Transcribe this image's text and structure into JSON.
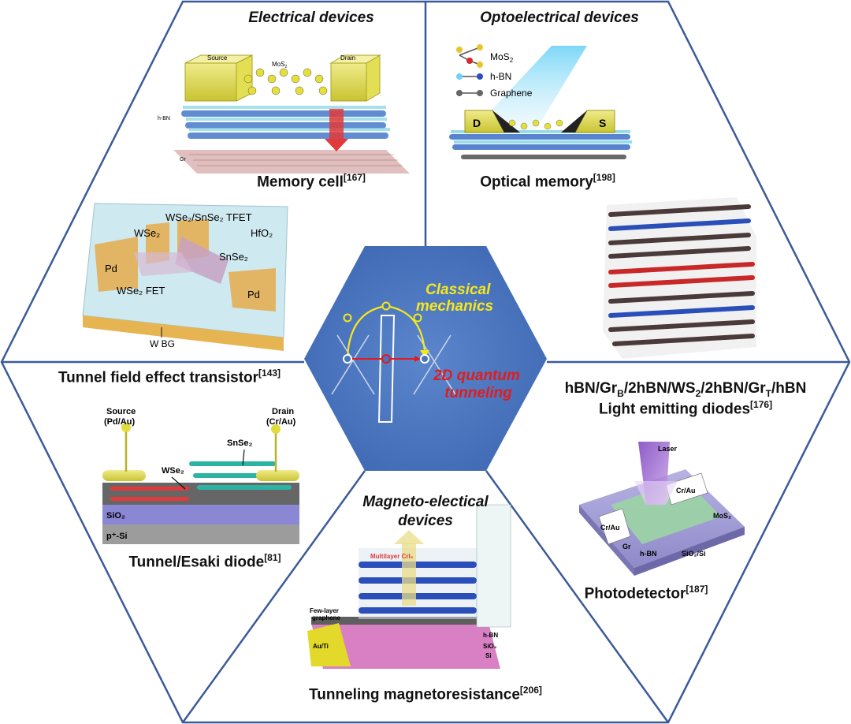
{
  "sections": {
    "electrical": "Electrical devices",
    "optoelectrical": "Optoelectrical devices",
    "magneto_line1": "Magneto-electical",
    "magneto_line2": "devices"
  },
  "center": {
    "classical_line1": "Classical",
    "classical_line2": "mechanics",
    "quantum_line1": "2D quantum",
    "quantum_line2": "tunneling"
  },
  "captions": {
    "memory_cell": "Memory cell",
    "memory_cell_ref": "[167]",
    "tfet": "Tunnel field effect transistor",
    "tfet_ref": "[143]",
    "esaki": "Tunnel/Esaki diode",
    "esaki_ref": "[81]",
    "tmr": "Tunneling magnetoresistance",
    "tmr_ref": "[206]",
    "optical_memory": "Optical memory",
    "optical_memory_ref": "[198]",
    "led_stack_a": "hBN/Gr",
    "led_stack_b": "B",
    "led_stack_c": "/2hBN/WS",
    "led_stack_d": "2",
    "led_stack_e": "/2hBN/Gr",
    "led_stack_f": "T",
    "led_stack_g": "/hBN",
    "led_line2": "Light emitting diodes",
    "led_ref": "[176]",
    "photodetector": "Photodetector",
    "photodetector_ref": "[187]"
  },
  "labels": {
    "memory": {
      "source": "Source",
      "mos2": "MoS",
      "mos2_sub": "2",
      "drain": "Drain",
      "hbn": "h-BN",
      "gr": "Gr"
    },
    "optical": {
      "mos2": "MoS",
      "mos2_sub": "2",
      "hbn": "h-BN",
      "graphene": "Graphene",
      "d": "D",
      "s": "S"
    },
    "tfet": {
      "title": "WSe₂/SnSe₂ TFET",
      "wse2": "WSe₂",
      "snse2": "SnSe₂",
      "hfo2": "HfO₂",
      "pd_left": "Pd",
      "pd_right": "Pd",
      "fet": "WSe₂ FET",
      "wbg": "W BG"
    },
    "esaki": {
      "source": "Source",
      "source_mat": "(Pd/Au)",
      "drain": "Drain",
      "drain_mat": "(Cr/Au)",
      "wse2": "WSe₂",
      "snse2": "SnSe₂",
      "sio2": "SiO₂",
      "psi": "p⁺-Si"
    },
    "tmr": {
      "cri3": "Multilayer CrI₃",
      "few1": "Few-layer",
      "few2": "graphene",
      "auti": "Au/Ti",
      "hbn": "h-BN",
      "sio2": "SiO₂",
      "si": "Si"
    },
    "photo": {
      "laser": "Laser",
      "crau1": "Cr/Au",
      "crau2": "Cr/Au",
      "mos2": "MoS₂",
      "gr": "Gr",
      "hbn": "h-BN",
      "sio2si": "SiO₂/Si"
    }
  },
  "colors": {
    "hex_border": "#3b5a9b",
    "center_hex": "#4a74bb",
    "classical_text": "#f5e71d",
    "quantum_text": "#e31b1b"
  }
}
